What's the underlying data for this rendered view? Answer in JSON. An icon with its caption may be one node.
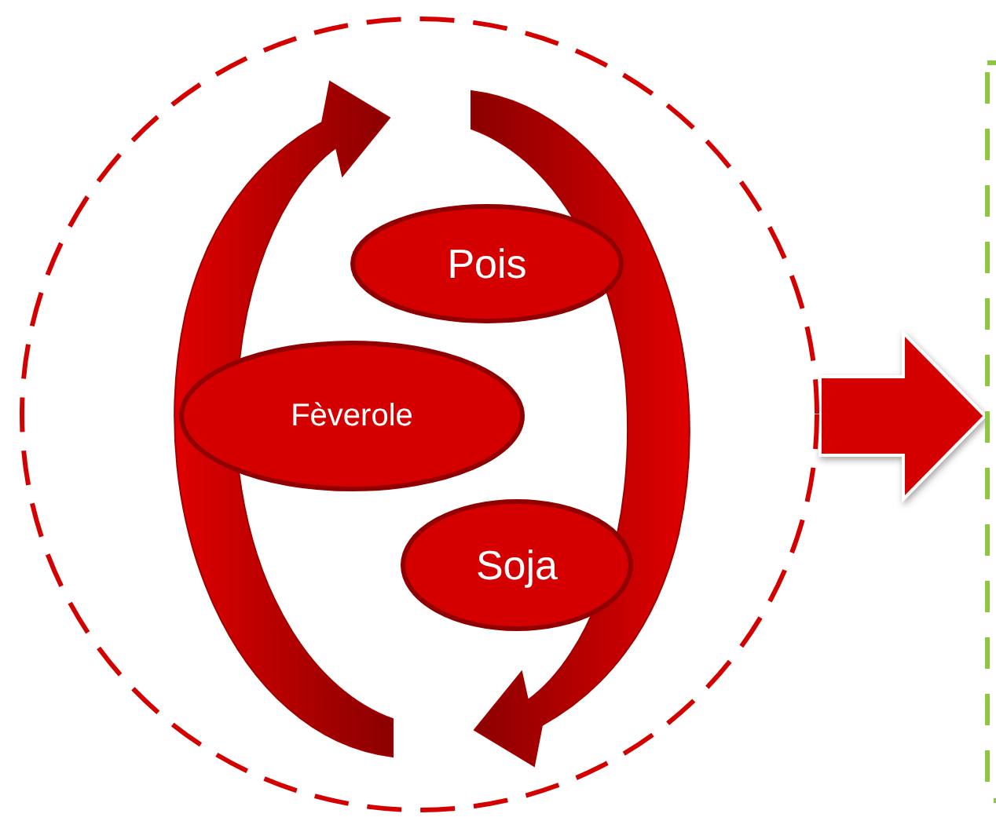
{
  "diagram": {
    "nodes": [
      {
        "text": [],
        "shape": "circle"
      },
      {
        "text": [
          "Pois"
        ],
        "in": 0
      },
      {
        "text": [
          "Fèverole"
        ],
        "in": 0
      },
      {
        "text": [
          "Soja"
        ],
        "in": 0
      },
      {
        "text": [],
        "shape": "box"
      }
    ],
    "edges": [
      {
        "from": 0,
        "to": 4,
        "arrow": "to"
      }
    ]
  }
}
